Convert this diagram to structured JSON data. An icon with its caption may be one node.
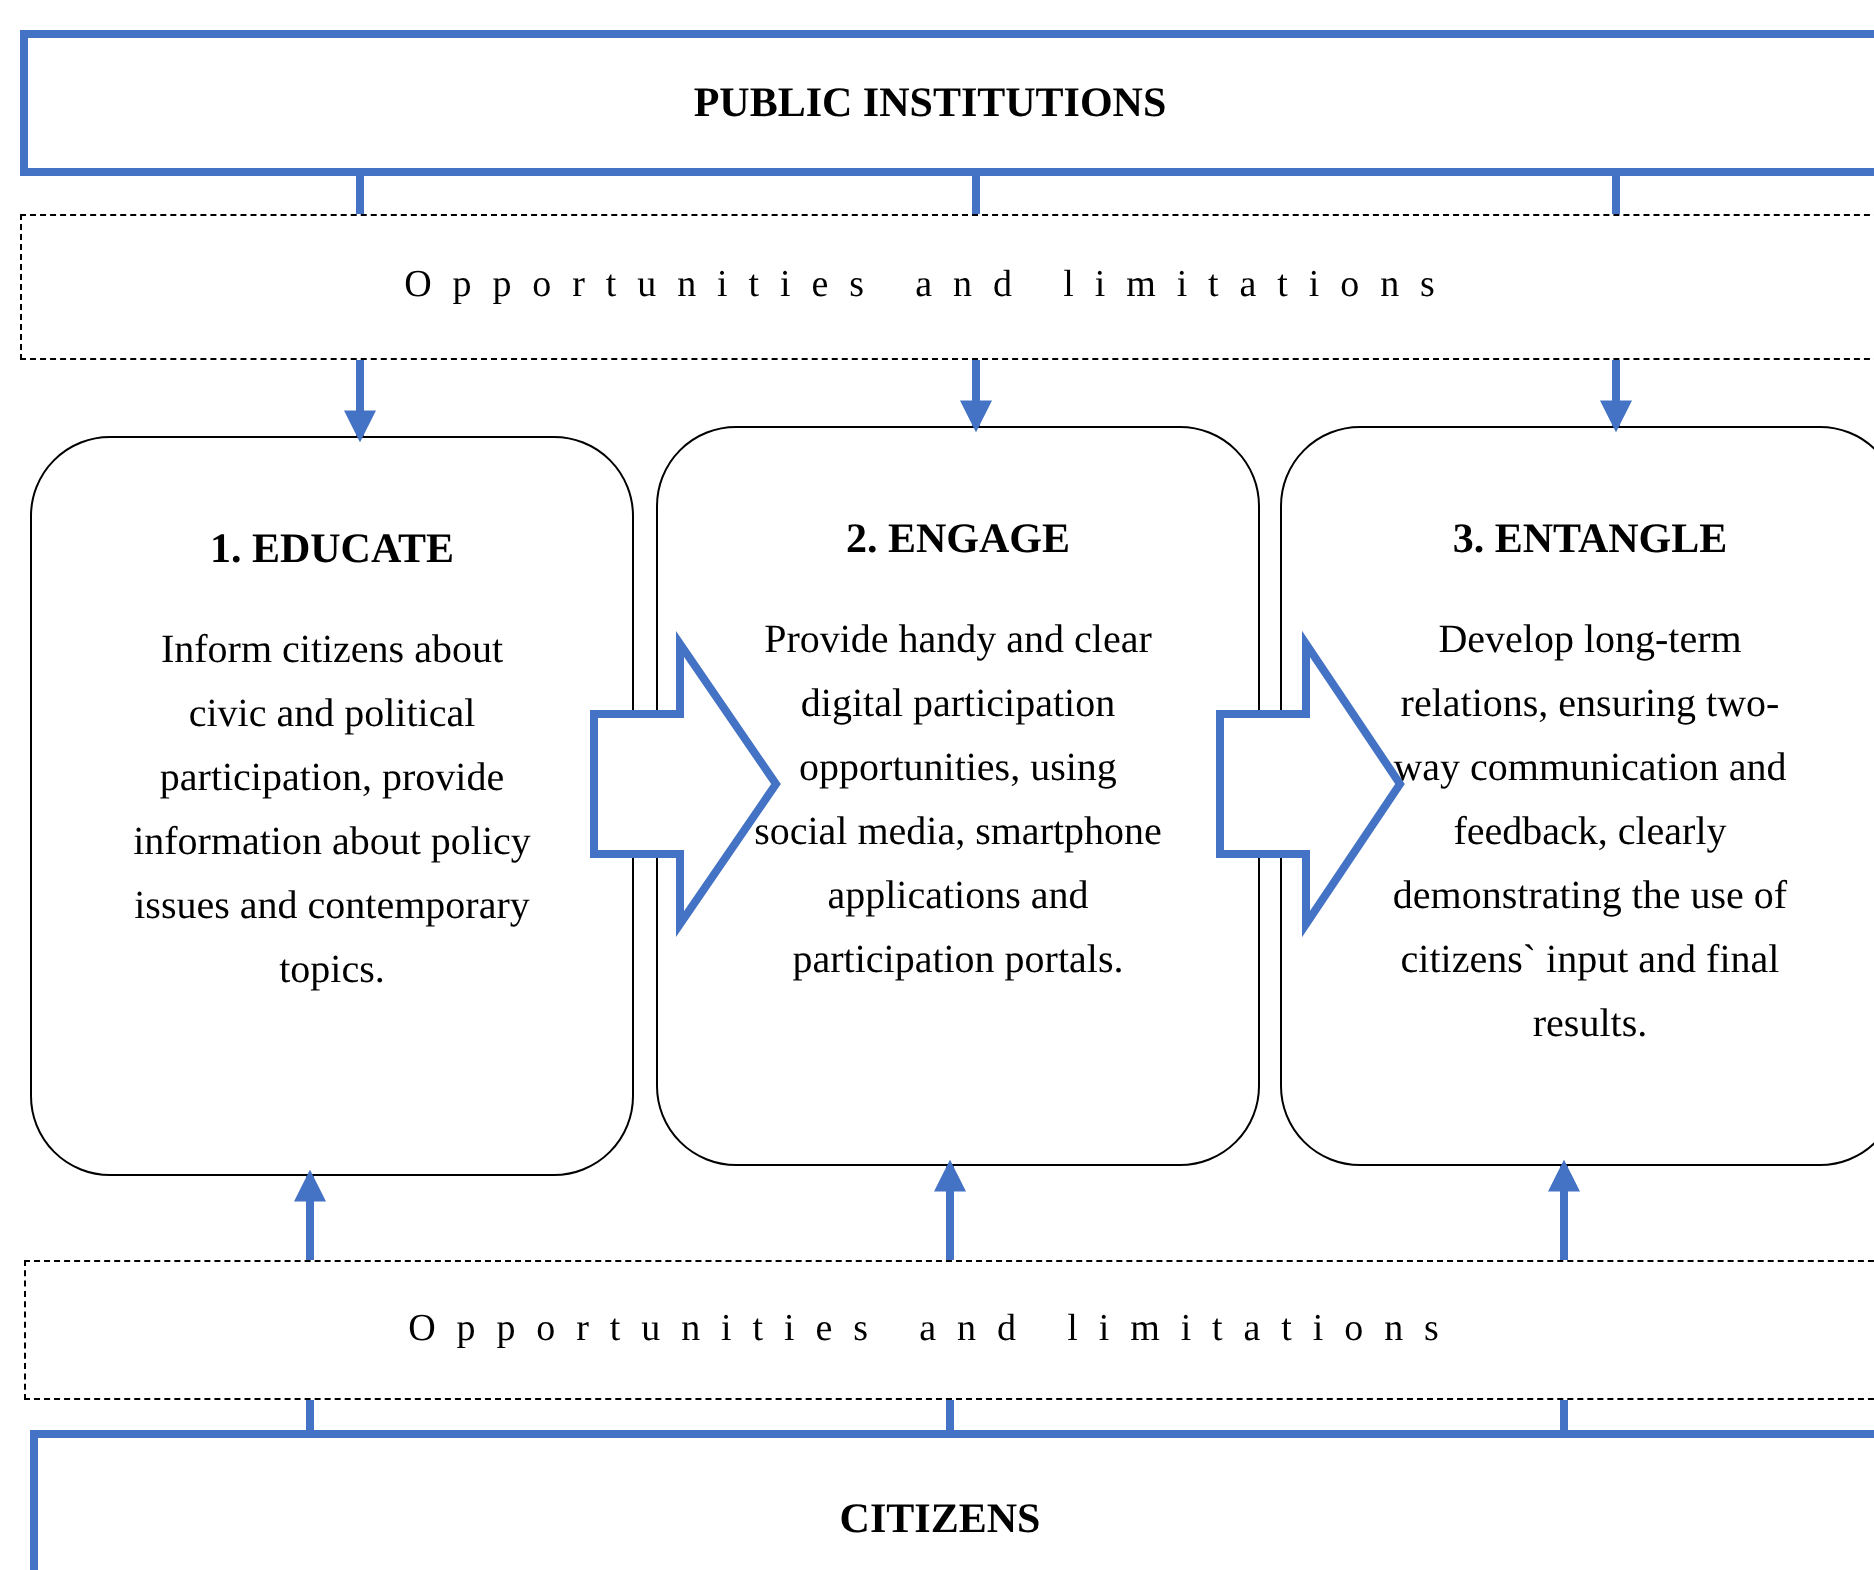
{
  "diagram": {
    "nodes": [
      {
        "text": [
          "PUBLIC INSTITUTIONS"
        ]
      },
      {
        "text": [
          "Opportunities and limitations"
        ]
      },
      {
        "text": [
          "1. EDUCATE",
          "Inform citizens about civic and political participation, provide information about policy issues and contemporary topics."
        ]
      },
      {
        "text": [
          "2. ENGAGE",
          "Provide handy and clear digital participation opportunities, using social media, smartphone applications and participation portals."
        ]
      },
      {
        "text": [
          "3. ENTANGLE",
          "Develop long-term relations, ensuring two-way communication and feedback, clearly demonstrating the use of citizens` input and final results."
        ]
      },
      {
        "text": [
          "Opportunities and limitations"
        ]
      },
      {
        "text": [
          "CITIZENS"
        ]
      }
    ],
    "edges": [
      {
        "from": 0,
        "to": 1,
        "arrow": "none"
      },
      {
        "from": 0,
        "to": 1,
        "arrow": "none"
      },
      {
        "from": 0,
        "to": 1,
        "arrow": "none"
      },
      {
        "from": 1,
        "to": 2,
        "arrow": "to"
      },
      {
        "from": 1,
        "to": 3,
        "arrow": "to"
      },
      {
        "from": 1,
        "to": 4,
        "arrow": "to"
      },
      {
        "from": 2,
        "to": 3,
        "arrow": "to",
        "style": "thick"
      },
      {
        "from": 3,
        "to": 4,
        "arrow": "to",
        "style": "thick"
      },
      {
        "from": 5,
        "to": 2,
        "arrow": "to"
      },
      {
        "from": 5,
        "to": 3,
        "arrow": "to"
      },
      {
        "from": 5,
        "to": 4,
        "arrow": "to"
      },
      {
        "from": 6,
        "to": 5,
        "arrow": "none"
      },
      {
        "from": 6,
        "to": 5,
        "arrow": "none"
      },
      {
        "from": 6,
        "to": 5,
        "arrow": "none"
      }
    ]
  }
}
